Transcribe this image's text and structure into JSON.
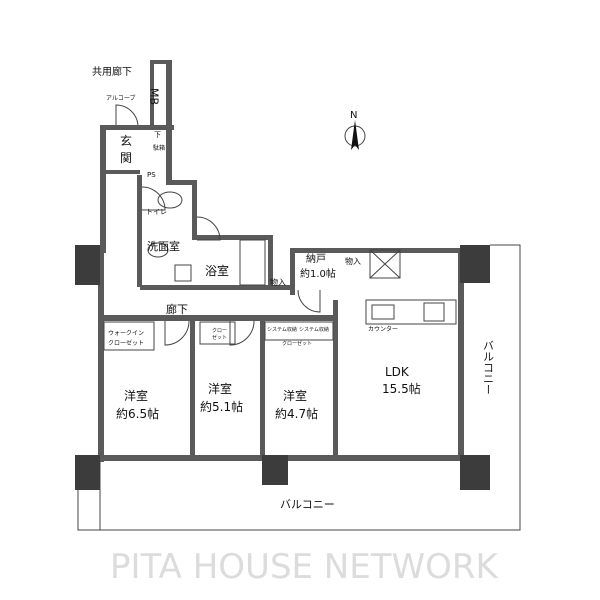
{
  "watermark": "PITA HOUSE NETWORK",
  "north_label": "N",
  "rooms": {
    "common_corridor": "共用廊下",
    "alcove": "アルコーブ",
    "mb": "MB",
    "genkan_1": "玄",
    "genkan_2": "関",
    "shoe_1": "下",
    "shoe_2": "駄箱",
    "ps": "PS",
    "toilet": "トイレ",
    "washroom": "洗面室",
    "bathroom": "浴室",
    "storage_a": "物入",
    "storage_b": "物入",
    "nando": "納戸",
    "nando_size": "約1.0帖",
    "hallway": "廊下",
    "walkin_1": "ウォークイン",
    "walkin_2": "クローゼット",
    "closet_1": "クロー",
    "closet_2": "ゼット",
    "system_1": "システム収納",
    "system_2": "システム収納",
    "closet_3": "クローゼット",
    "counter": "カウンター",
    "room1": "洋室",
    "room1_size": "約6.5帖",
    "room2": "洋室",
    "room2_size": "約5.1帖",
    "room3": "洋室",
    "room3_size": "約4.7帖",
    "ldk": "LDK",
    "ldk_size": "15.5帖",
    "balcony_bottom": "バルコニー",
    "balcony_right": "バルコニー"
  }
}
